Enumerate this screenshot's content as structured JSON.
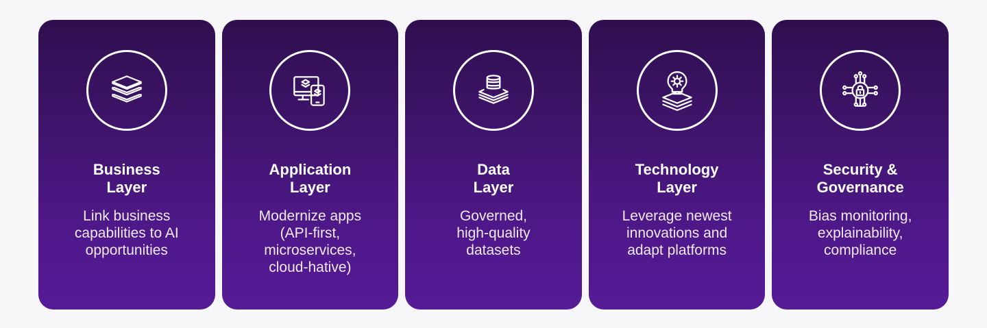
{
  "cards": [
    {
      "icon": "layers-icon",
      "title_line1": "Business",
      "title_line2": "Layer",
      "desc_lines": [
        "Link business",
        "capabilities to AI",
        "opportunities"
      ]
    },
    {
      "icon": "devices-icon",
      "title_line1": "Application",
      "title_line2": "Layer",
      "desc_lines": [
        "Modernize apps",
        "(API-first,",
        "microservices,",
        "cloud-hative)"
      ]
    },
    {
      "icon": "database-icon",
      "title_line1": "Data",
      "title_line2": "Layer",
      "desc_lines": [
        "Governed,",
        "high-quality",
        "datasets"
      ]
    },
    {
      "icon": "lightbulb-gear-icon",
      "title_line1": "Technology",
      "title_line2": "Layer",
      "desc_lines": [
        "Leverage newest",
        "innovations and",
        "adapt platforms"
      ]
    },
    {
      "icon": "circuit-lock-icon",
      "title_line1": "Security &",
      "title_line2": "Governance",
      "desc_lines": [
        "Bias monitoring,",
        "explainability,",
        "compliance"
      ]
    }
  ],
  "colors": {
    "card_top": "#2f0f4f",
    "card_bottom": "#561a97",
    "text": "#ffffff",
    "page_bg": "#f7f6f9"
  }
}
